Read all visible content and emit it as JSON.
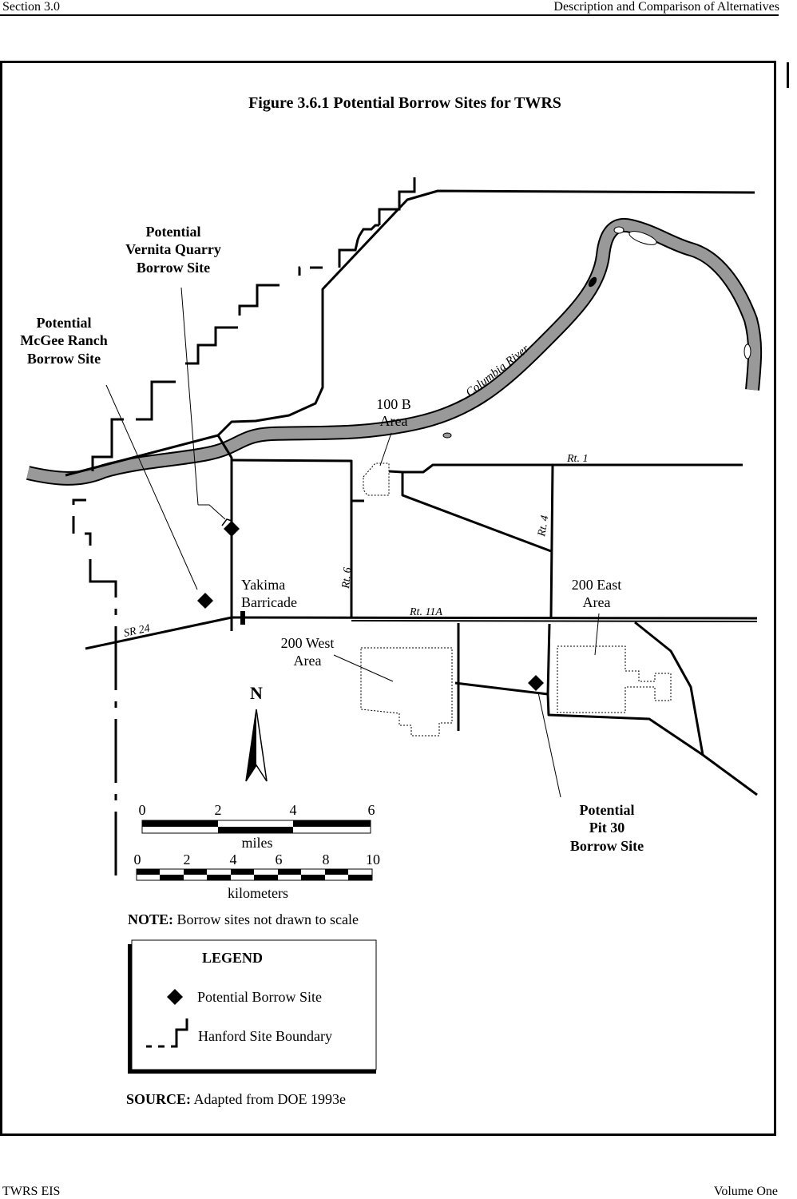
{
  "header": {
    "section": "Section 3.0",
    "chapter_title": "Description and Comparison of Alternatives"
  },
  "figure": {
    "title": "Figure 3.6.1  Potential Borrow Sites for TWRS"
  },
  "map_labels": {
    "vernita": [
      "Potential",
      "Vernita Quarry",
      "Borrow Site"
    ],
    "mcgee": [
      "Potential",
      "McGee Ranch",
      "Borrow Site"
    ],
    "pit30": [
      "Potential",
      "Pit 30",
      "Borrow Site"
    ],
    "area_100b": [
      "100 B",
      "Area"
    ],
    "area_200w": [
      "200 West",
      "Area"
    ],
    "area_200e": [
      "200 East",
      "Area"
    ],
    "yakima": [
      "Yakima",
      "Barricade"
    ],
    "columbia_river": "Columbia  River",
    "rt1": "Rt.  1",
    "rt4": "Rt.  4",
    "rt6": "Rt.  6",
    "rt11a": "Rt.  11A",
    "sr24": "SR  24"
  },
  "north_arrow": {
    "label": "N"
  },
  "scale": {
    "miles_ticks": [
      "0",
      "2",
      "4",
      "6"
    ],
    "miles_label": "miles",
    "km_ticks": [
      "0",
      "2",
      "4",
      "6",
      "8",
      "10"
    ],
    "km_label": "kilometers"
  },
  "note": {
    "bold": "NOTE:",
    "text": " Borrow sites not drawn to scale"
  },
  "legend": {
    "title": "LEGEND",
    "items": [
      {
        "symbol": "diamond-icon",
        "label": "Potential Borrow Site"
      },
      {
        "symbol": "boundary-icon",
        "label": "Hanford Site Boundary"
      }
    ]
  },
  "source": {
    "bold": "SOURCE:",
    "text": " Adapted from DOE 1993e"
  },
  "footer": {
    "document": "TWRS EIS",
    "volume": "Volume One"
  }
}
